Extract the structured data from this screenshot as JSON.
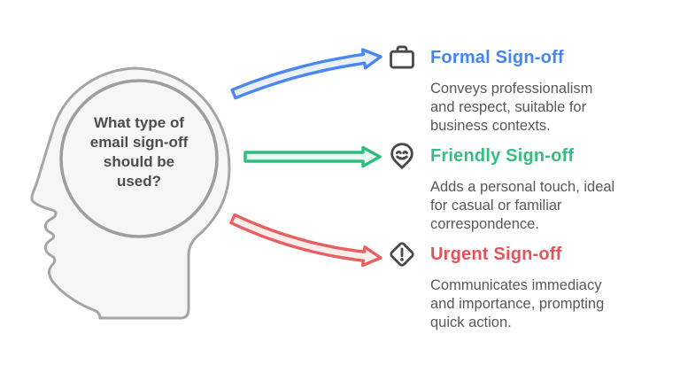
{
  "figure": {
    "question": "What type of\nemail sign-off\nshould be\nused?",
    "options": [
      {
        "label": "Formal Sign-off",
        "description": "Conveys professionalism\nand respect, suitable for\nbusiness contexts.",
        "accent_color": "#4285f4",
        "arrow_stroke": "#4c86f0",
        "arrow_fill": "#eaf1fd",
        "icon": "briefcase-icon"
      },
      {
        "label": "Friendly Sign-off",
        "description": "Adds a personal touch, ideal\nfor casual or familiar\ncorrespondence.",
        "accent_color": "#35bd81",
        "arrow_stroke": "#2ebd7f",
        "arrow_fill": "#e9fbf1",
        "icon": "smiley-pin-icon"
      },
      {
        "label": "Urgent Sign-off",
        "description": "Communicates immediacy\nand importance, prompting\nquick action.",
        "accent_color": "#e8515a",
        "arrow_stroke": "#e86060",
        "arrow_fill": "#fdeeec",
        "icon": "alert-diamond-icon"
      }
    ],
    "colors": {
      "background": "#ffffff",
      "question_text": "#4d4d4d",
      "body_text": "#58585b",
      "head_fill": "#f6f6f6",
      "head_outline": "#a5a5a5",
      "icon_stroke": "#494949"
    }
  }
}
